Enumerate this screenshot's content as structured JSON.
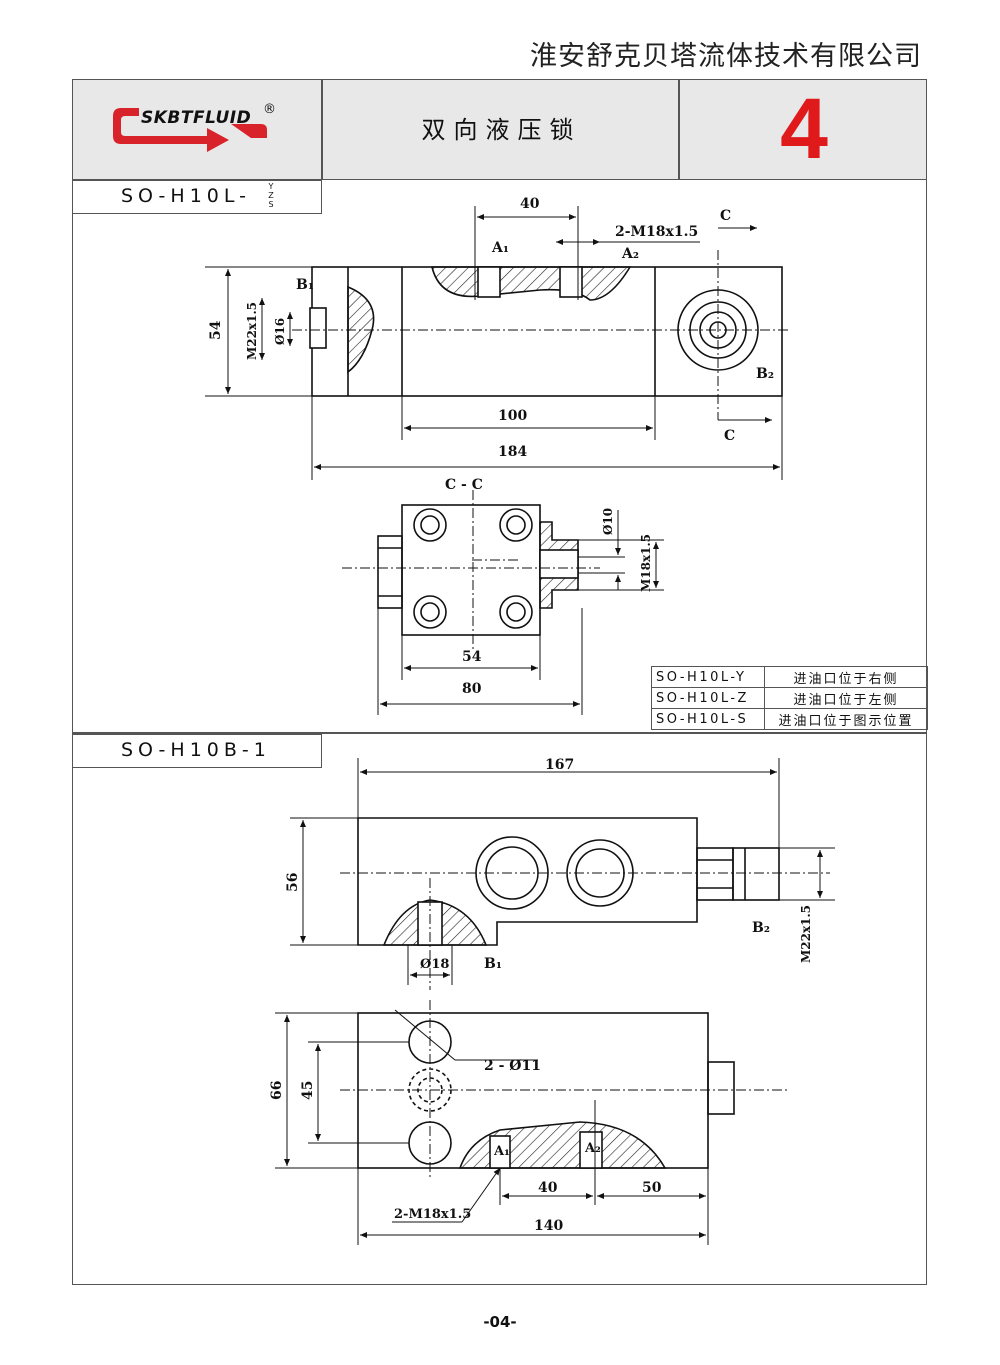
{
  "company": "淮安舒克贝塔流体技术有限公司",
  "header": {
    "logo_text": "SKBTFLUID",
    "logo_mark": "®",
    "title": "双向液压锁",
    "page_number": "4"
  },
  "section1": {
    "model_prefix": "SO-H10L-",
    "model_suffixes": [
      "Y",
      "Z",
      "S"
    ],
    "dims": {
      "d40": "40",
      "thread_a": "2-M18x1.5",
      "a1": "A₁",
      "a2": "A₂",
      "c_top": "C",
      "c_bottom": "C",
      "b1": "B₁",
      "b2": "B₂",
      "h54": "54",
      "m22": "M22x1.5",
      "d16": "Ø16",
      "w100": "100",
      "w184": "184"
    },
    "section_view": {
      "label": "C - C",
      "d10": "Ø10",
      "m18": "M18x1.5",
      "w54": "54",
      "w80": "80"
    },
    "legend": [
      {
        "model": "SO-H10L-Y",
        "desc": "进油口位于右侧"
      },
      {
        "model": "SO-H10L-Z",
        "desc": "进油口位于左侧"
      },
      {
        "model": "SO-H10L-S",
        "desc": "进油口位于图示位置"
      }
    ]
  },
  "section2": {
    "model": "SO-H10B-1",
    "dims": {
      "w167": "167",
      "h56": "56",
      "d18": "Ø18",
      "b1": "B₁",
      "b2": "B₂",
      "m22": "M22x1.5",
      "holes": "2 - Ø11",
      "h66": "66",
      "h45": "45",
      "a1": "A₁",
      "a2": "A₂",
      "w40": "40",
      "w50": "50",
      "thread": "2-M18x1.5",
      "w140": "140"
    }
  },
  "footer": "-04-",
  "colors": {
    "accent_red": "#e01a1a",
    "header_gray": "#e8e8e8"
  }
}
